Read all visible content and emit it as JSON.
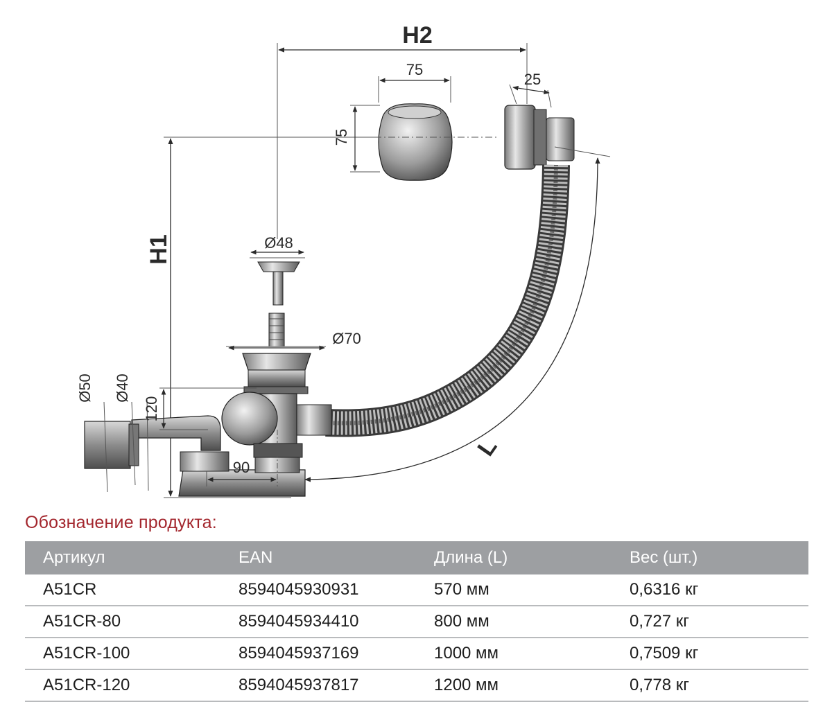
{
  "diagram": {
    "dimensions": {
      "h2": "H2",
      "h1": "H1",
      "l": "L",
      "knob_width": "75",
      "knob_height": "75",
      "overflow_depth": "25",
      "plug_diameter": "Ø48",
      "flange_diameter": "Ø70",
      "outlet_50": "Ø50",
      "outlet_40": "Ø40",
      "trap_height": "120",
      "trap_offset": "90"
    },
    "colors": {
      "heading": "#a3262d",
      "table_header": "#9d9fa2",
      "metal": "#b8b8b8",
      "hose": "#8a8a8a"
    }
  },
  "product": {
    "heading": "Обозначение продукта:",
    "columns": [
      "Артикул",
      "EAN",
      "Длина (L)",
      "Вес (шт.)"
    ],
    "rows": [
      [
        "A51CR",
        "8594045930931",
        "570 мм",
        "0,6316 кг"
      ],
      [
        "A51CR-80",
        "8594045934410",
        "800 мм",
        "0,727 кг"
      ],
      [
        "A51CR-100",
        "8594045937169",
        "1000 мм",
        "0,7509 кг"
      ],
      [
        "A51CR-120",
        "8594045937817",
        "1200 мм",
        "0,778 кг"
      ]
    ]
  }
}
